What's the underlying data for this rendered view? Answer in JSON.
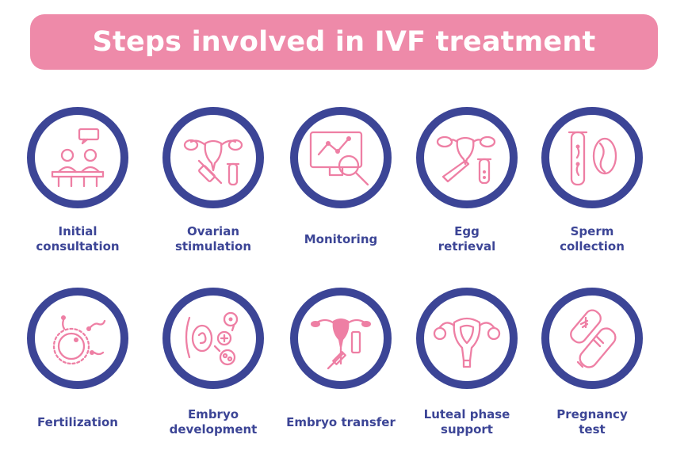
{
  "title": "Steps involved in IVF treatment",
  "colors": {
    "banner": "#EE8AA9",
    "circle_border": "#3C4596",
    "label_text": "#3C4596",
    "icon": "#EE7FA4"
  },
  "steps": [
    {
      "lines": [
        "Initial",
        "consultation"
      ],
      "icon": "consultation-icon"
    },
    {
      "lines": [
        "Ovarian",
        "stimulation"
      ],
      "icon": "ovaries-syringe-icon"
    },
    {
      "lines": [
        "Monitoring"
      ],
      "icon": "monitor-magnifier-icon"
    },
    {
      "lines": [
        "Egg",
        "retrieval"
      ],
      "icon": "egg-retrieval-icon"
    },
    {
      "lines": [
        "Sperm",
        "collection"
      ],
      "icon": "sperm-tube-icon"
    },
    {
      "lines": [
        "Fertilization"
      ],
      "icon": "fertilization-icon"
    },
    {
      "lines": [
        "Embryo",
        "development"
      ],
      "icon": "embryo-icon"
    },
    {
      "lines": [
        "Embryo transfer"
      ],
      "icon": "uterus-transfer-icon"
    },
    {
      "lines": [
        "Luteal phase",
        "support"
      ],
      "icon": "uterus-icon"
    },
    {
      "lines": [
        "Pregnancy",
        "test"
      ],
      "icon": "pregnancy-test-icon"
    }
  ]
}
